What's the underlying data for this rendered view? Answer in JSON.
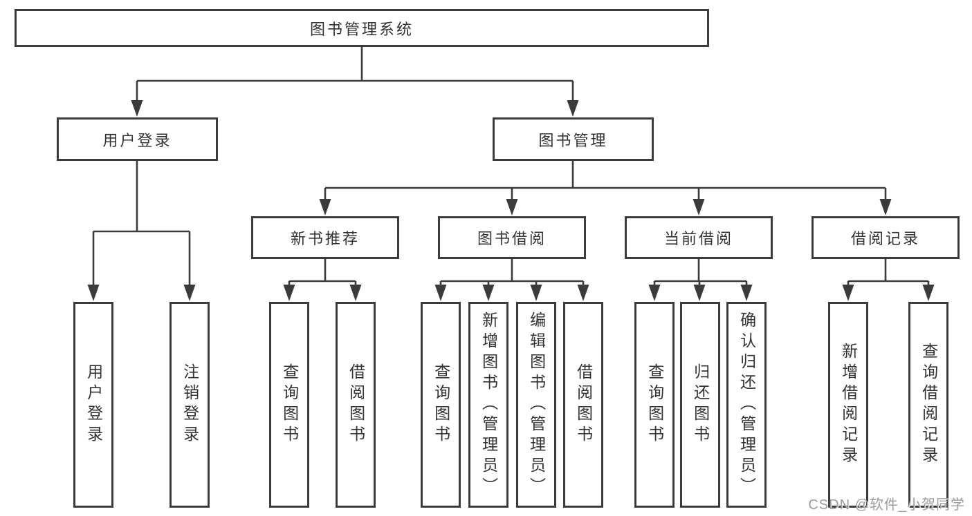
{
  "root": {
    "label": "图书管理系统"
  },
  "user_branch": {
    "label": "用户登录",
    "children": [
      {
        "label": "用户登录"
      },
      {
        "label": "注销登录"
      }
    ]
  },
  "book_branch": {
    "label": "图书管理",
    "sections": [
      {
        "label": "新书推荐",
        "children": [
          {
            "label": "查询图书"
          },
          {
            "label": "借阅图书"
          }
        ]
      },
      {
        "label": "图书借阅",
        "children": [
          {
            "label": "查询图书"
          },
          {
            "label": "新增图书（管理员）"
          },
          {
            "label": "编辑图书（管理员）"
          },
          {
            "label": "借阅图书"
          }
        ]
      },
      {
        "label": "当前借阅",
        "children": [
          {
            "label": "查询图书"
          },
          {
            "label": "归还图书"
          },
          {
            "label": "确认归还（管理员）"
          }
        ]
      },
      {
        "label": "借阅记录",
        "children": [
          {
            "label": "新增借阅记录"
          },
          {
            "label": "查询借阅记录"
          }
        ]
      }
    ]
  },
  "watermark": {
    "text": "CSDN @软件_小贺同学"
  },
  "colors": {
    "line": "#3b3b3b",
    "text": "#333333",
    "background": "#ffffff",
    "watermark": "#9c9c9c"
  }
}
